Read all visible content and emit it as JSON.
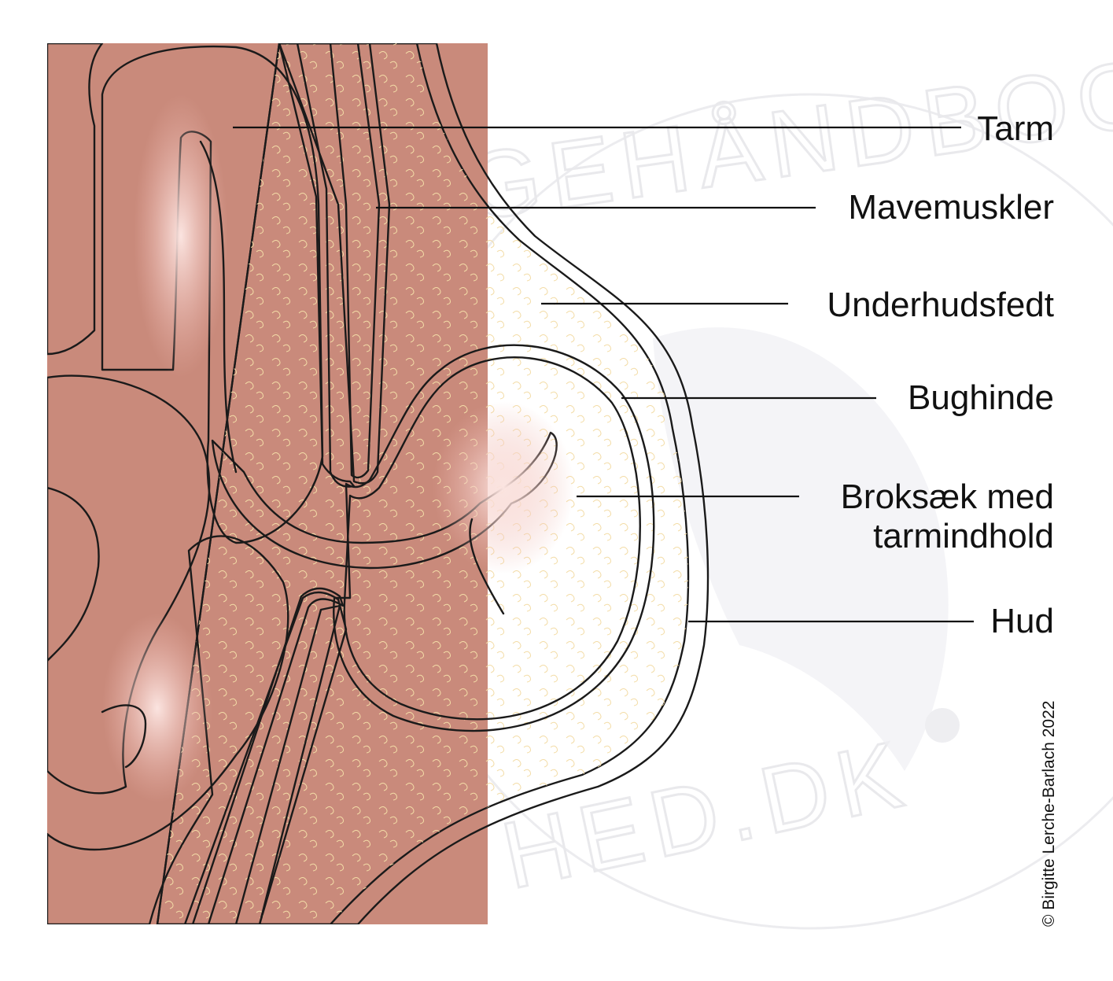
{
  "labels": [
    {
      "key": "tarm",
      "text": "Tarm"
    },
    {
      "key": "mavemuskler",
      "text": "Mavemuskler"
    },
    {
      "key": "underhudsfedt",
      "text": "Underhudsfedt"
    },
    {
      "key": "bughinde",
      "text": "Bughinde"
    },
    {
      "key": "broksaek_line1",
      "text": "Broksæk med"
    },
    {
      "key": "broksaek_line2",
      "text": "tarmindhold"
    },
    {
      "key": "hud",
      "text": "Hud"
    }
  ],
  "credit": "© Birgitte Lerche-Barlach 2022",
  "watermark": {
    "top": "GEHÅNDBOGEN",
    "bottom": "HED.DK"
  },
  "colors": {
    "intestine": "#efb8b0",
    "intestine_highlight": "#f8d8d3",
    "mesentery": "#c07b6c",
    "muscle": "#e0786f",
    "peritoneum": "#f3a79c",
    "fat": "#fdf0cc",
    "skin": "#fde6d3",
    "watermark": "#e9e9ec"
  }
}
